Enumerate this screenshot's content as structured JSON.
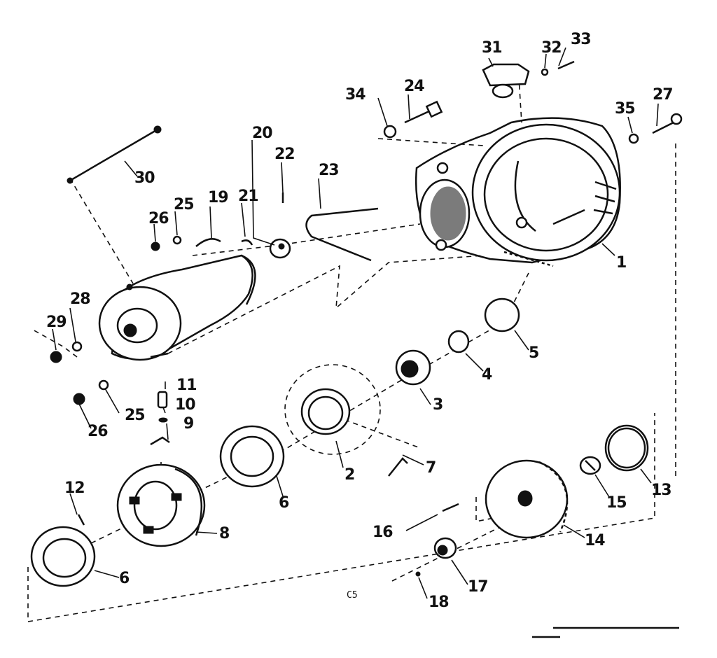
{
  "diagram": {
    "code": "C5",
    "callouts": [
      {
        "id": "p1",
        "text": "1"
      },
      {
        "id": "p2",
        "text": "2"
      },
      {
        "id": "p3",
        "text": "3"
      },
      {
        "id": "p4",
        "text": "4"
      },
      {
        "id": "p5",
        "text": "5"
      },
      {
        "id": "p6a",
        "text": "6"
      },
      {
        "id": "p6b",
        "text": "6"
      },
      {
        "id": "p7",
        "text": "7"
      },
      {
        "id": "p8",
        "text": "8"
      },
      {
        "id": "p9",
        "text": "9"
      },
      {
        "id": "p10",
        "text": "10"
      },
      {
        "id": "p11",
        "text": "11"
      },
      {
        "id": "p12",
        "text": "12"
      },
      {
        "id": "p13",
        "text": "13"
      },
      {
        "id": "p14",
        "text": "14"
      },
      {
        "id": "p15",
        "text": "15"
      },
      {
        "id": "p16",
        "text": "16"
      },
      {
        "id": "p17",
        "text": "17"
      },
      {
        "id": "p18",
        "text": "18"
      },
      {
        "id": "p19",
        "text": "19"
      },
      {
        "id": "p20",
        "text": "20"
      },
      {
        "id": "p21",
        "text": "21"
      },
      {
        "id": "p22",
        "text": "22"
      },
      {
        "id": "p23",
        "text": "23"
      },
      {
        "id": "p24",
        "text": "24"
      },
      {
        "id": "p25a",
        "text": "25"
      },
      {
        "id": "p25b",
        "text": "25"
      },
      {
        "id": "p26a",
        "text": "26"
      },
      {
        "id": "p26b",
        "text": "26"
      },
      {
        "id": "p27",
        "text": "27"
      },
      {
        "id": "p28",
        "text": "28"
      },
      {
        "id": "p29",
        "text": "29"
      },
      {
        "id": "p30",
        "text": "30"
      },
      {
        "id": "p31",
        "text": "31"
      },
      {
        "id": "p32",
        "text": "32"
      },
      {
        "id": "p33",
        "text": "33"
      },
      {
        "id": "p34",
        "text": "34"
      },
      {
        "id": "p35",
        "text": "35"
      }
    ]
  }
}
